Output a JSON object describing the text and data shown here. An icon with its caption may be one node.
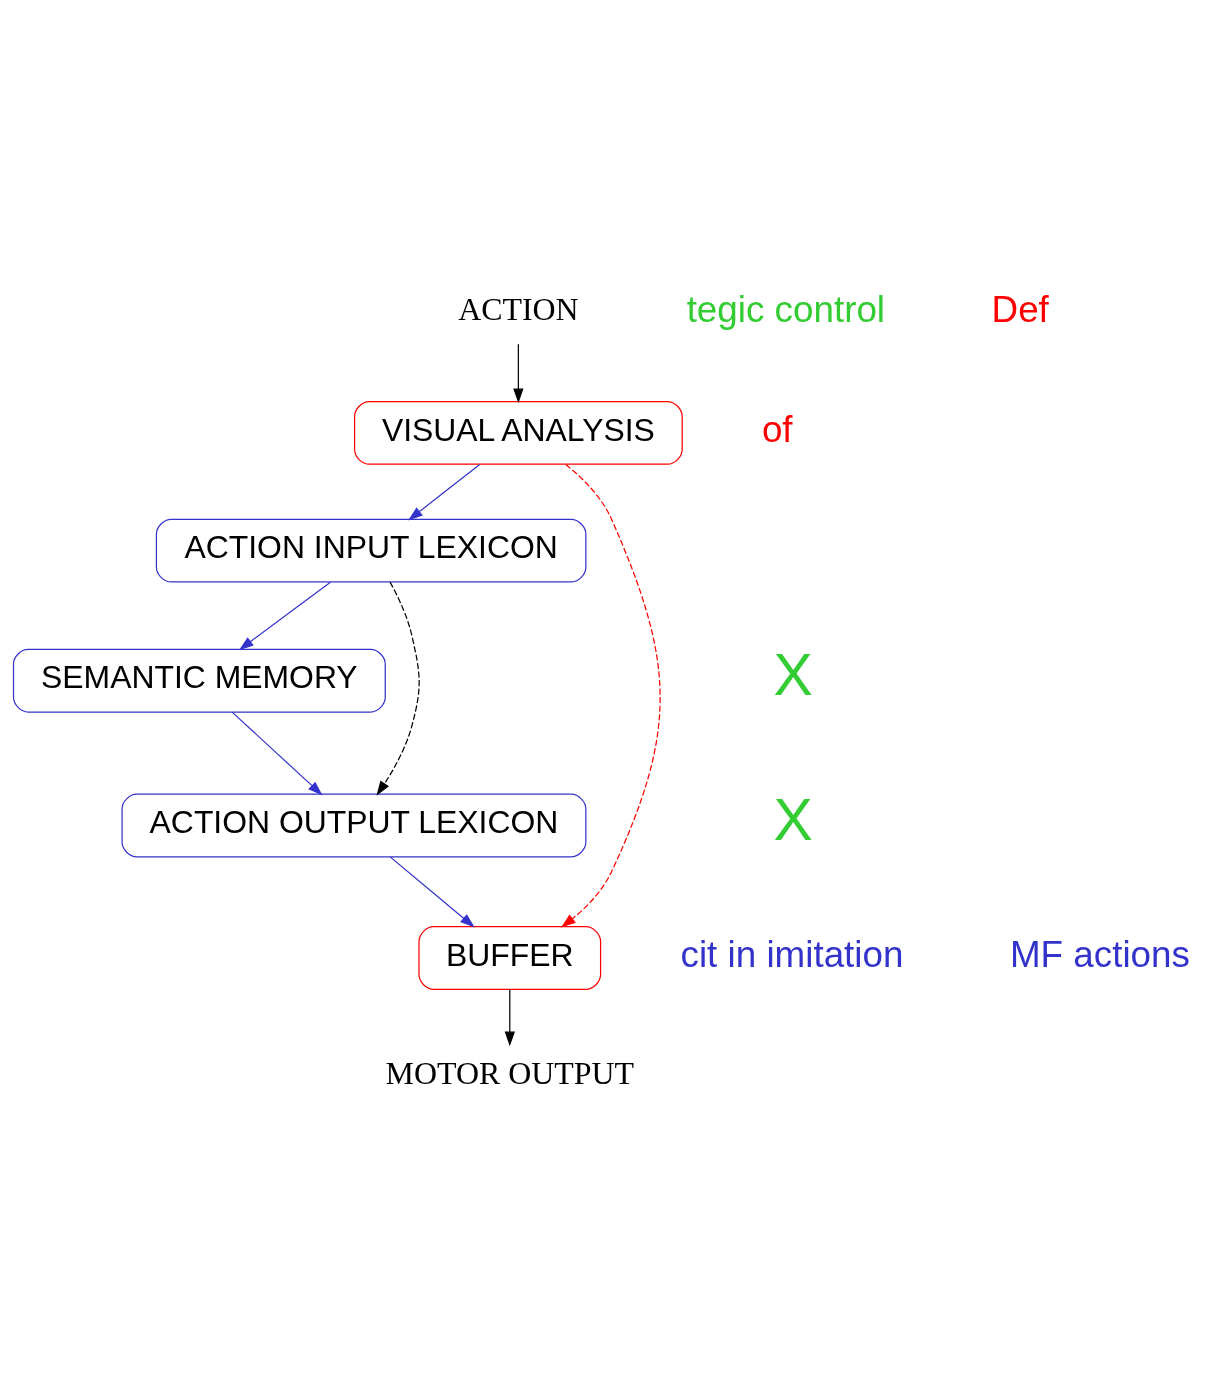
{
  "diagram": {
    "nodes": [
      {
        "text": [
          "ACTION"
        ]
      },
      {
        "text": [
          "VISUAL ANALYSIS"
        ]
      },
      {
        "text": [
          "ACTION INPUT LEXICON"
        ]
      },
      {
        "text": [
          "SEMANTIC MEMORY"
        ]
      },
      {
        "text": [
          "ACTION OUTPUT LEXICON"
        ]
      },
      {
        "text": [
          "BUFFER"
        ]
      },
      {
        "text": [
          "MOTOR OUTPUT"
        ]
      }
    ],
    "edges": [
      {
        "from": 0,
        "to": 1,
        "arrow": "to",
        "color": "#000000"
      },
      {
        "from": 1,
        "to": 2,
        "arrow": "to"
      },
      {
        "from": 2,
        "to": 3,
        "arrow": "to"
      },
      {
        "from": 3,
        "to": 4,
        "arrow": "to"
      },
      {
        "from": 2,
        "to": 4,
        "arrow": "to",
        "style": "dashed",
        "color": "#000000"
      },
      {
        "from": 4,
        "to": 5,
        "arrow": "to"
      },
      {
        "from": 5,
        "to": 6,
        "arrow": "to",
        "color": "#000000"
      },
      {
        "from": 1,
        "to": 5,
        "arrow": "to",
        "style": "dashed",
        "color": "#ff0000"
      }
    ],
    "labels": [
      "tegic control",
      "Def",
      "of",
      "X",
      "X",
      "cit in imitation",
      "MF actions"
    ]
  }
}
